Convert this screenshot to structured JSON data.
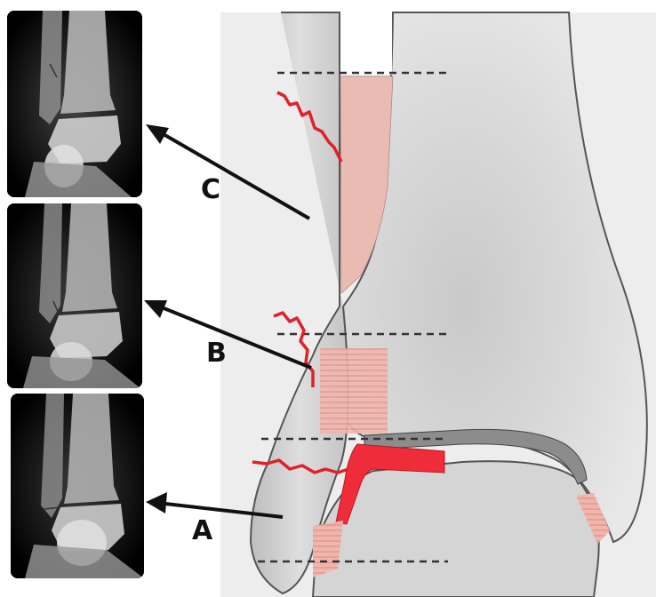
{
  "labels": {
    "c": "C",
    "b": "B",
    "a": "A"
  },
  "colors": {
    "bone_fill": "#d8d8d8",
    "bone_outline": "#555555",
    "fracture_line": "#e0202a",
    "ligament_fill": "#e8a6a0",
    "membrane_fill": "#eabbb3",
    "joint_red": "#ef2d3a",
    "dashed_line": "#333333",
    "xray_bg": "#000000"
  },
  "icons": {
    "arrows": "arrow-icon"
  }
}
